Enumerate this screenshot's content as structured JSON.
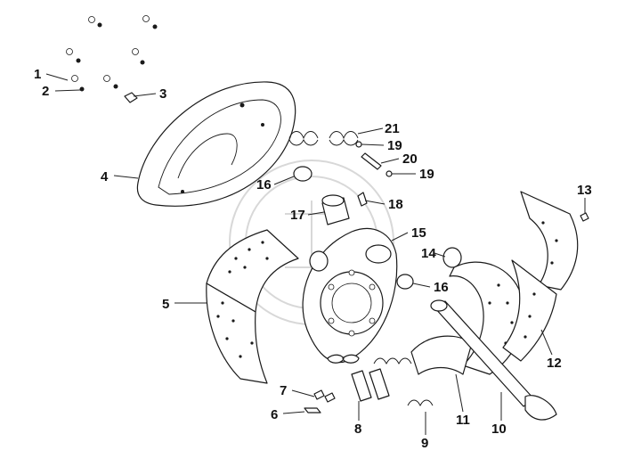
{
  "diagram": {
    "callouts": [
      {
        "id": "c1",
        "label": "1"
      },
      {
        "id": "c2",
        "label": "2"
      },
      {
        "id": "c3",
        "label": "3"
      },
      {
        "id": "c4",
        "label": "4"
      },
      {
        "id": "c5",
        "label": "5"
      },
      {
        "id": "c6",
        "label": "6"
      },
      {
        "id": "c7",
        "label": "7"
      },
      {
        "id": "c8",
        "label": "8"
      },
      {
        "id": "c9",
        "label": "9"
      },
      {
        "id": "c10",
        "label": "10"
      },
      {
        "id": "c11",
        "label": "11"
      },
      {
        "id": "c12",
        "label": "12"
      },
      {
        "id": "c13",
        "label": "13"
      },
      {
        "id": "c14",
        "label": "14"
      },
      {
        "id": "c15",
        "label": "15"
      },
      {
        "id": "c16a",
        "label": "16"
      },
      {
        "id": "c16b",
        "label": "16"
      },
      {
        "id": "c17",
        "label": "17"
      },
      {
        "id": "c18",
        "label": "18"
      },
      {
        "id": "c19a",
        "label": "19"
      },
      {
        "id": "c19b",
        "label": "19"
      },
      {
        "id": "c20",
        "label": "20"
      },
      {
        "id": "c21",
        "label": "21"
      }
    ]
  }
}
